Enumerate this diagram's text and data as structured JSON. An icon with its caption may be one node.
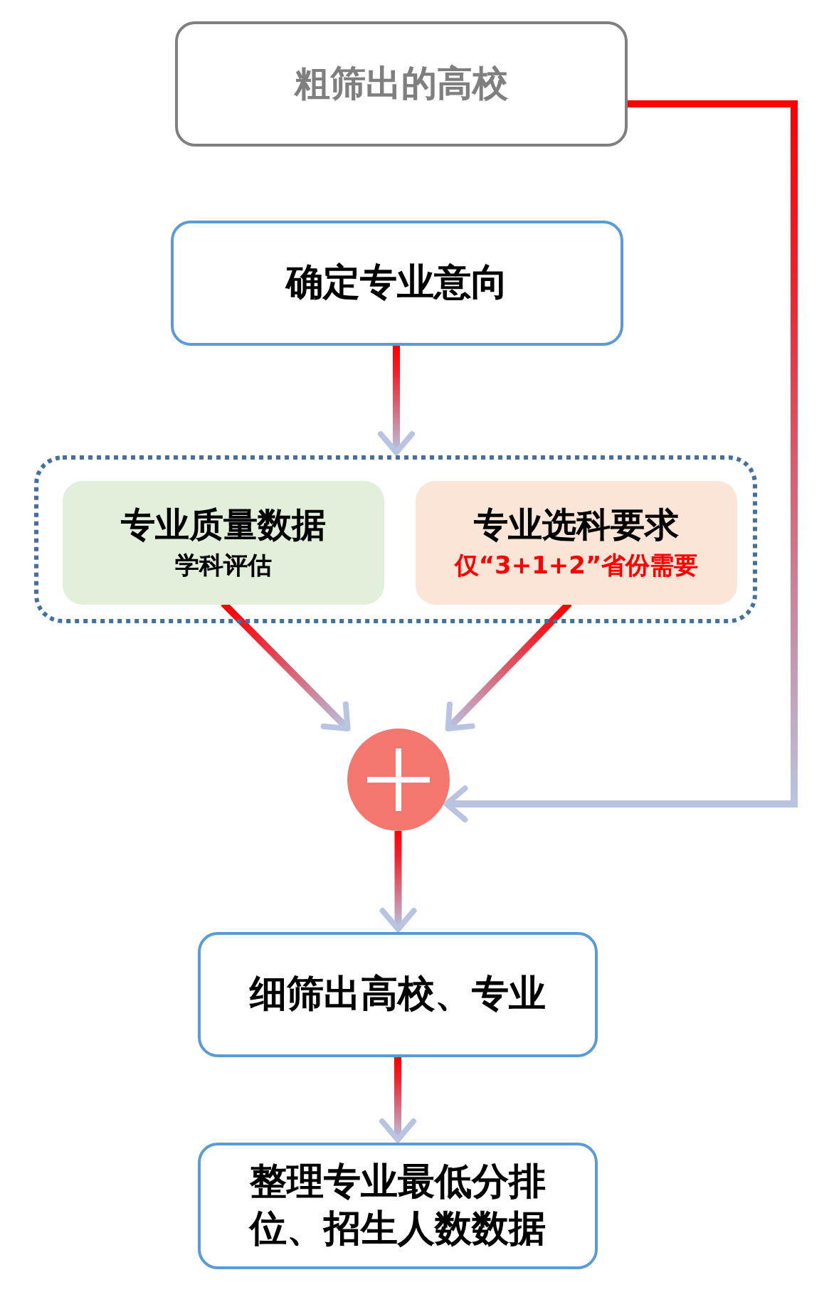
{
  "diagram": {
    "nodes": [
      {
        "text": [
          "粗筛出的高校"
        ]
      },
      {
        "text": [
          "确定专业意向"
        ]
      },
      {
        "text": [],
        "shape": "box"
      },
      {
        "text": [
          "专业质量数据",
          "学科评估"
        ],
        "in": 2
      },
      {
        "text": [
          "专业选科要求",
          "仅“3+1+2”省份需要"
        ],
        "in": 2
      },
      {
        "text": [],
        "shape": "circle"
      },
      {
        "text": [
          "细筛出高校、专业"
        ]
      },
      {
        "text": [
          "整理专业最低分排位、招生人数数据"
        ]
      }
    ],
    "edges": [
      {
        "from": 0,
        "to": 5,
        "arrow": "to"
      },
      {
        "from": 1,
        "to": 2,
        "arrow": "to"
      },
      {
        "from": 3,
        "to": 5,
        "arrow": "to"
      },
      {
        "from": 4,
        "to": 5,
        "arrow": "to"
      },
      {
        "from": 5,
        "to": 6,
        "arrow": "to"
      },
      {
        "from": 6,
        "to": 7,
        "arrow": "to"
      }
    ]
  }
}
